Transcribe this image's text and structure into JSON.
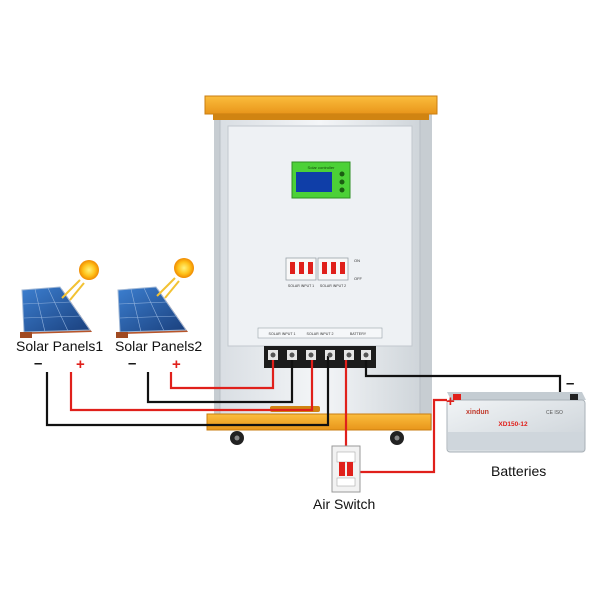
{
  "labels": {
    "solar_panels_1": "Solar Panels1",
    "solar_panels_2": "Solar Panels2",
    "air_switch": "Air Switch",
    "batteries": "Batteries"
  },
  "polarity": {
    "minus": "–",
    "plus": "+"
  },
  "controller": {
    "display_caption": "Solar controller",
    "breaker_on": "ON",
    "breaker_off": "OFF",
    "breaker_input_1": "SOLAR INPUT 1",
    "breaker_input_2": "SOLAR INPUT 2",
    "terminal_solar_1": "SOLAR INPUT 1",
    "terminal_solar_2": "SOLAR INPUT 2",
    "terminal_battery": "BATTERY"
  },
  "battery": {
    "brand": "xindun",
    "model": "XD150-12",
    "cert": "CE ISO"
  },
  "colors": {
    "cabinet_orange": "#f5a623",
    "cabinet_body": "#e9edf1",
    "display_green": "#4cd137",
    "wire_red": "#e0201b",
    "wire_black": "#111111",
    "battery_case": "#dde3e8"
  }
}
